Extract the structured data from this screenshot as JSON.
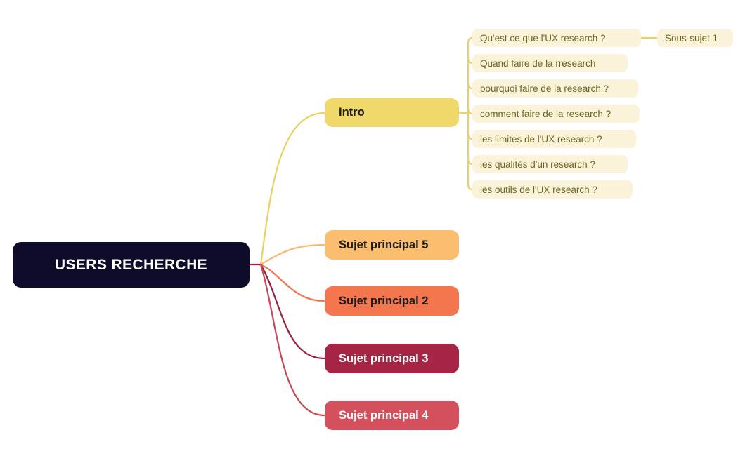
{
  "diagram_title": "USERS RECHERCHE mind map",
  "root": {
    "label": "USERS RECHERCHE"
  },
  "branches": [
    {
      "id": "intro",
      "label": "Intro",
      "children": [
        {
          "label": "Qu'est ce que l'UX research ?",
          "children": [
            {
              "label": "Sous-sujet 1"
            }
          ]
        },
        {
          "label": "Quand faire de la rresearch"
        },
        {
          "label": "pourquoi faire de la research ?"
        },
        {
          "label": "comment faire de la research ?"
        },
        {
          "label": "les limites de l'UX research ?"
        },
        {
          "label": "les qualités d'un research ?"
        },
        {
          "label": "les outils de l'UX research ?"
        }
      ]
    },
    {
      "id": "sujet5",
      "label": "Sujet principal 5"
    },
    {
      "id": "sujet2",
      "label": "Sujet principal 2"
    },
    {
      "id": "sujet3",
      "label": "Sujet principal 3"
    },
    {
      "id": "sujet4",
      "label": "Sujet principal 4"
    }
  ],
  "colors": {
    "background": "#ffffff",
    "root_bg": "#0d0c2b",
    "root_text": "#ffffff",
    "intro_bg": "#f0d96b",
    "intro_line": "#ebd164",
    "child_bg": "#faf3d9",
    "child_text": "#6b661f",
    "child_line": "#ebd164",
    "sujet5_bg": "#fbbd6e",
    "sujet5_line": "#f8ba72",
    "sujet2_bg": "#f4764f",
    "sujet2_line": "#f3764f",
    "sujet3_bg": "#a62544",
    "sujet3_line": "#9c2040",
    "sujet4_bg": "#d4505c",
    "sujet4_line": "#c54b58",
    "topic_text_dark": "#1b1b1b",
    "topic_text_light": "#ffffff",
    "root_stub_line": "#9c2040"
  }
}
